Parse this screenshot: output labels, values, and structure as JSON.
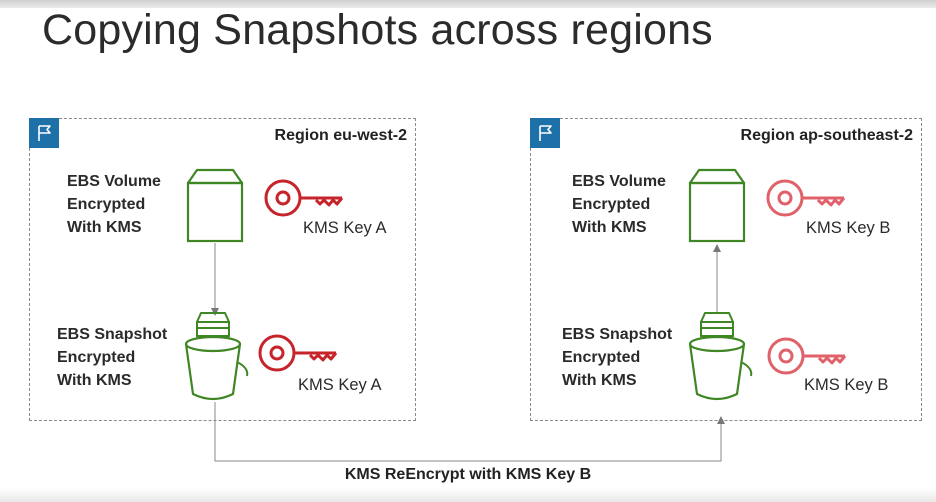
{
  "slide": {
    "title": "Copying Snapshots across regions"
  },
  "regions": [
    {
      "name": "Region eu-west-2",
      "volume": {
        "line1": "EBS Volume",
        "line2": "Encrypted",
        "line3": "With KMS"
      },
      "volume_key": "KMS Key A",
      "snapshot": {
        "line1": "EBS Snapshot",
        "line2": "Encrypted",
        "line3": "With KMS"
      },
      "snapshot_key": "KMS Key A",
      "key_color": "#c7232b"
    },
    {
      "name": "Region ap-southeast-2",
      "volume": {
        "line1": "EBS Volume",
        "line2": "Encrypted",
        "line3": "With KMS"
      },
      "volume_key": "KMS Key B",
      "snapshot": {
        "line1": "EBS Snapshot",
        "line2": "Encrypted",
        "line3": "With KMS"
      },
      "snapshot_key": "KMS Key B",
      "key_color": "#e0616a"
    }
  ],
  "copy_connector": {
    "label": "KMS ReEncrypt with KMS Key B"
  },
  "colors": {
    "aws_green": "#3f8624",
    "region_flag": "#1e70a8",
    "connector": "#8a8a8a"
  }
}
